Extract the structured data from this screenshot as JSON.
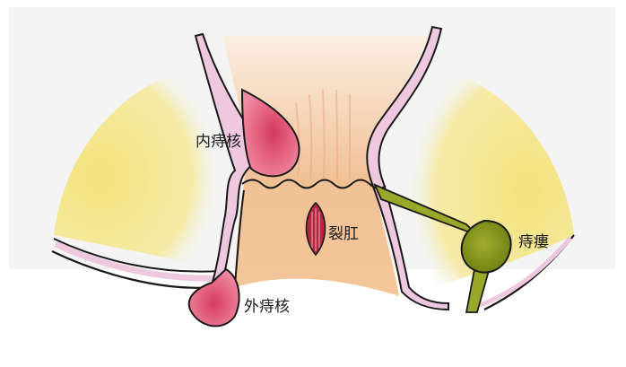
{
  "diagram": {
    "labels": {
      "internal_hemorrhoid": "内痔核",
      "external_hemorrhoid": "外痔核",
      "anal_fissure": "裂肛",
      "anal_fistula": "痔瘻"
    },
    "colors": {
      "background": "#ffffff",
      "frame": "#f4f4f4",
      "fat_tissue": "#f3e27a",
      "anal_canal": "#f3c79a",
      "mucosa_pink": "#eec8df",
      "hemorrhoid_red": "#e4506e",
      "fissure_red": "#b3283f",
      "fistula_green": "#9aa82a",
      "outline": "#1a1a1a"
    }
  }
}
